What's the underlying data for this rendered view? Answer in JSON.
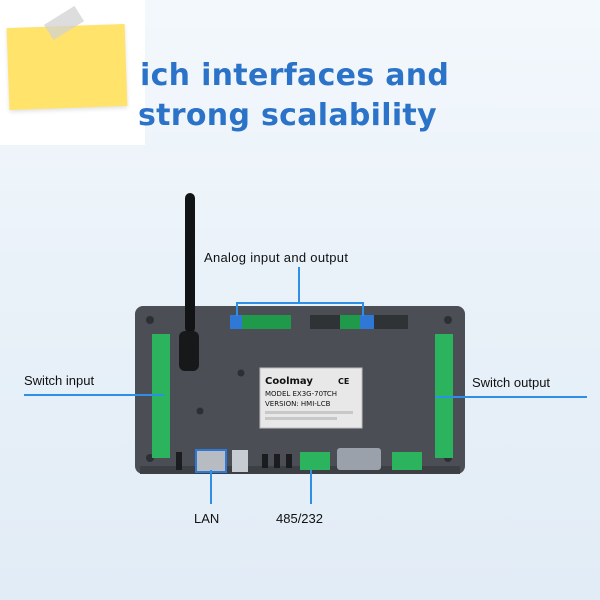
{
  "headline": {
    "line1": "ich interfaces and",
    "line2": "strong scalability"
  },
  "labels": {
    "analog_io": "Analog input and output",
    "switch_input": "Switch input",
    "switch_output": "Switch output",
    "lan": "LAN",
    "rs485_232": "485/232"
  },
  "device_labels": {
    "brand": "Coolmay",
    "model": "MODEL EX3G-70TCH",
    "version": "VERSION: HMI-LCB",
    "ce": "CE"
  },
  "colors": {
    "headline": "#2b73c8",
    "callout": "#2f8fe6",
    "device_body": "#4b4f55",
    "terminal_green": "#2bb45d",
    "terminal_blue": "#2f78d6",
    "sticky_note": "#ffe36a"
  }
}
